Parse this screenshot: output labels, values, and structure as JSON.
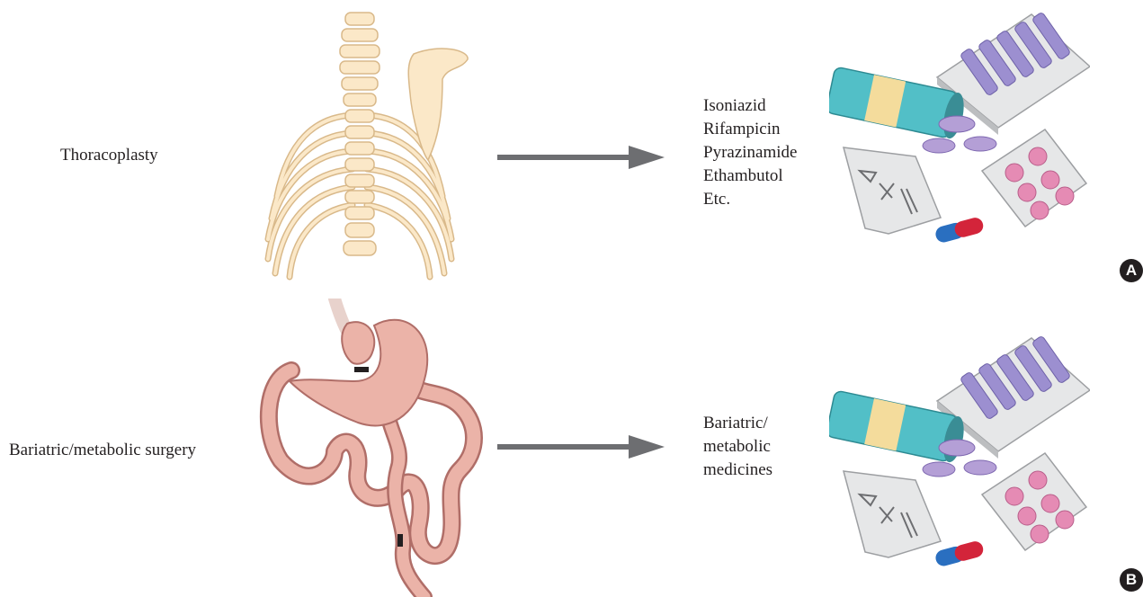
{
  "panel_a": {
    "surgery_label": "Thoracoplasty",
    "drugs": [
      "Isoniazid",
      "Rifampicin",
      "Pyrazinamide",
      "Ethambutol",
      "Etc."
    ],
    "badge": "A"
  },
  "panel_b": {
    "surgery_label": "Bariatric/metabolic surgery",
    "drugs": [
      "Bariatric/",
      "metabolic",
      "medicines"
    ],
    "badge": "B"
  },
  "colors": {
    "bone": "#fbe8c8",
    "bone_stroke": "#d9b98a",
    "gut": "#ebb3a8",
    "gut_stroke": "#b06e68",
    "arrow": "#6d6e71",
    "vial": "#9c8fd0",
    "pill_pink": "#e58bb4",
    "capsule_red": "#d3243a",
    "capsule_blue": "#2a6fc0",
    "bottle_teal": "#52bfc7",
    "bottle_band": "#f4dc9c"
  },
  "icons": [
    "spine-ribcage-illustration",
    "stomach-intestine-illustration",
    "medicine-cluster-illustration"
  ]
}
